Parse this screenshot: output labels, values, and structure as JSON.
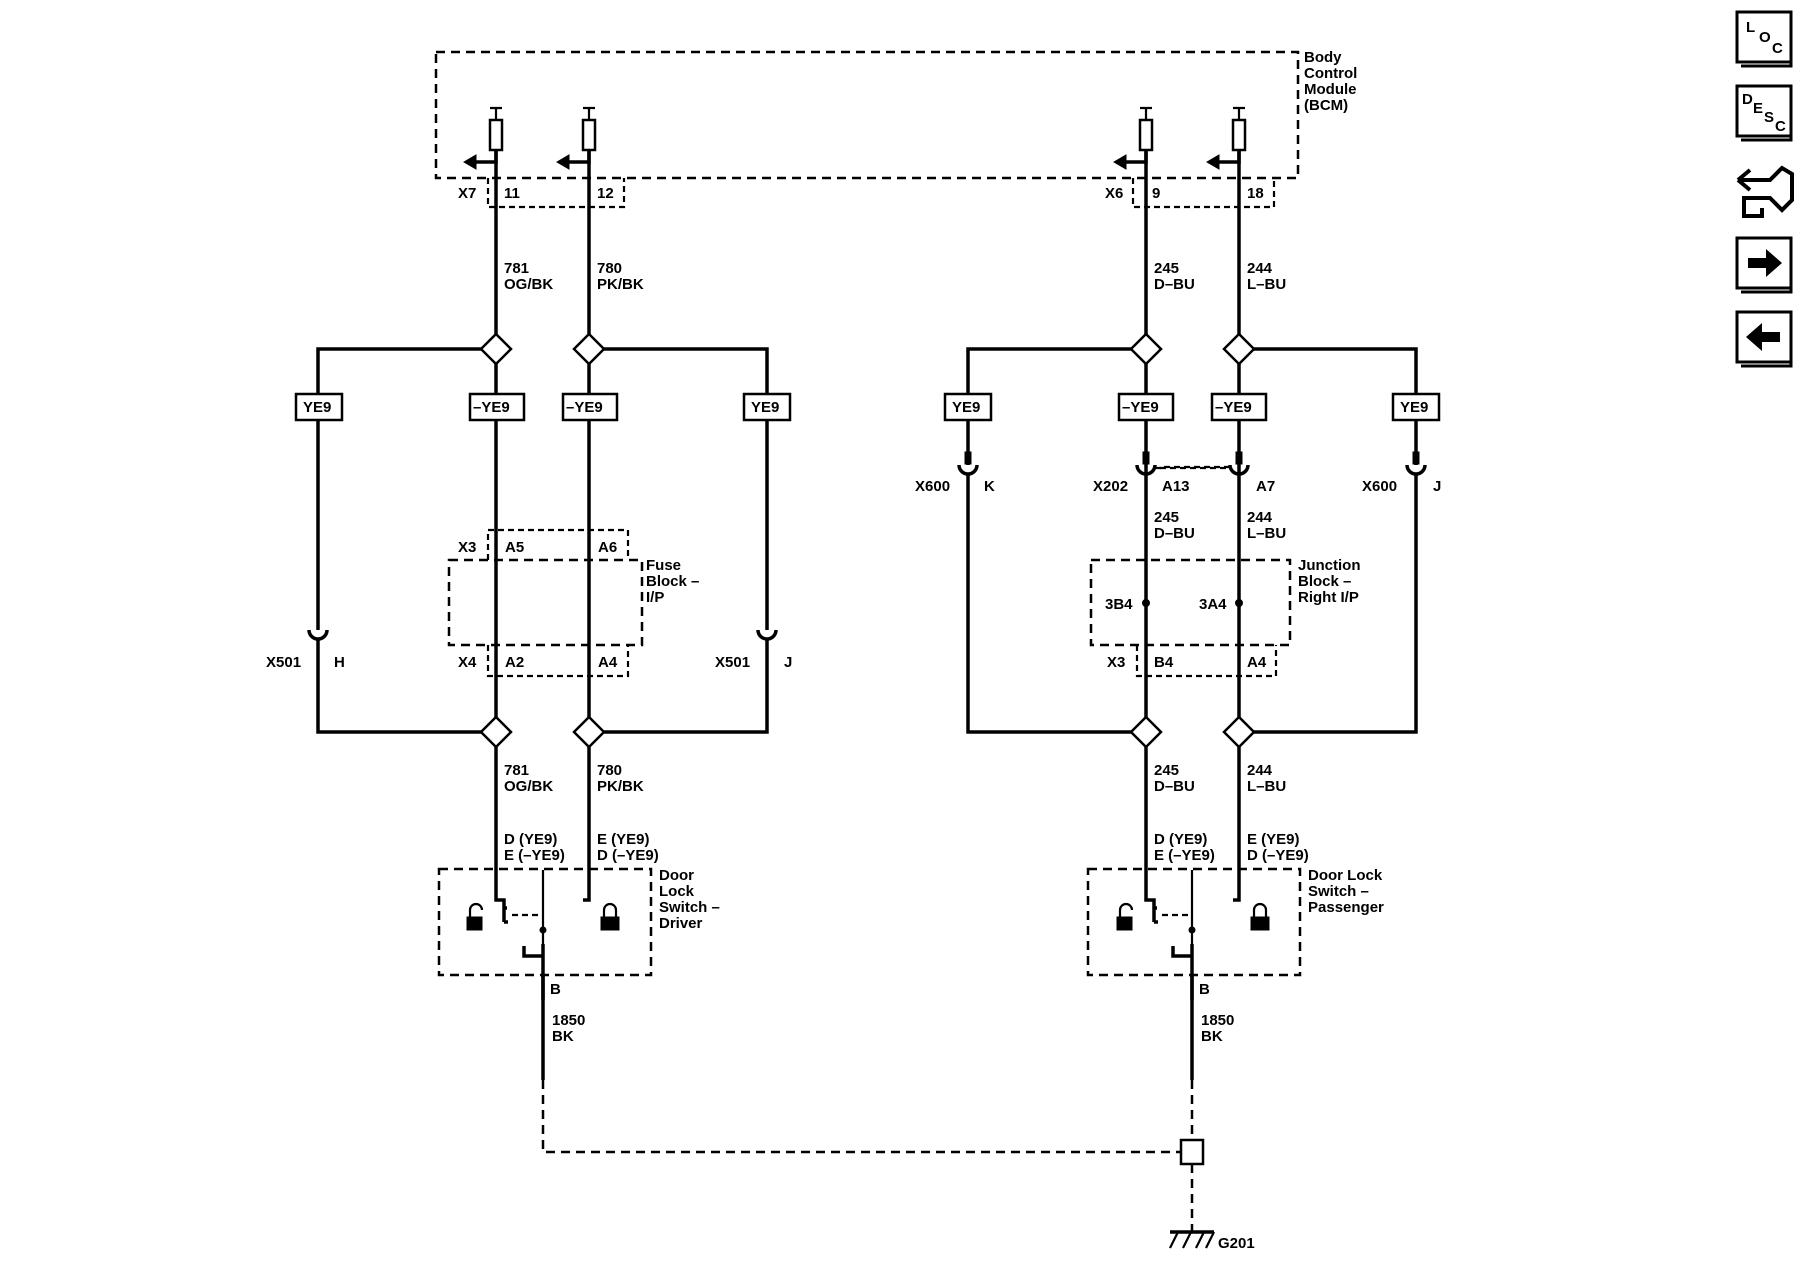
{
  "bcm": {
    "label_lines": [
      "Body",
      "Control",
      "Module",
      "(BCM)"
    ]
  },
  "connectors": {
    "x7": "X7",
    "x6": "X6",
    "x3_fuse": "X3",
    "x4_fuse": "X4",
    "x501_left": "X501",
    "x501_right": "X501",
    "x600_left": "X600",
    "x600_right": "X600",
    "x202": "X202",
    "x3_junction": "X3"
  },
  "pins": {
    "p11": "11",
    "p12": "12",
    "p9": "9",
    "p18": "18",
    "a5": "A5",
    "a6": "A6",
    "a2": "A2",
    "a4_fuse": "A4",
    "h": "H",
    "j_left": "J",
    "k": "K",
    "j_right": "J",
    "a13": "A13",
    "a7": "A7",
    "b4": "B4",
    "a4_junction": "A4",
    "b_driver": "B",
    "b_passenger": "B",
    "3b4": "3B4",
    "3a4": "3A4"
  },
  "wires": {
    "w781": "781",
    "og_bk": "OG/BK",
    "w780": "780",
    "pk_bk": "PK/BK",
    "w245": "245",
    "d_bu": "D–BU",
    "w244": "244",
    "l_bu": "L–BU",
    "w1850": "1850",
    "bk": "BK"
  },
  "options": {
    "ye9": "YE9",
    "not_ye9": "–YE9"
  },
  "switch_pins": {
    "d_ye9": "D (YE9)",
    "e_not_ye9": "E (–YE9)",
    "e_ye9": "E (YE9)",
    "d_not_ye9": "D (–YE9)"
  },
  "components": {
    "fuse_block": [
      "Fuse",
      "Block –",
      "I/P"
    ],
    "junction_block": [
      "Junction",
      "Block –",
      "Right I/P"
    ],
    "switch_driver": [
      "Door",
      "Lock",
      "Switch –",
      "Driver"
    ],
    "switch_passenger": [
      "Door Lock",
      "Switch –",
      "Passenger"
    ]
  },
  "ground": {
    "label": "G201"
  },
  "nav": {
    "loc": [
      "L",
      "O",
      "C"
    ],
    "desc": [
      "D",
      "E",
      "S",
      "C"
    ]
  }
}
